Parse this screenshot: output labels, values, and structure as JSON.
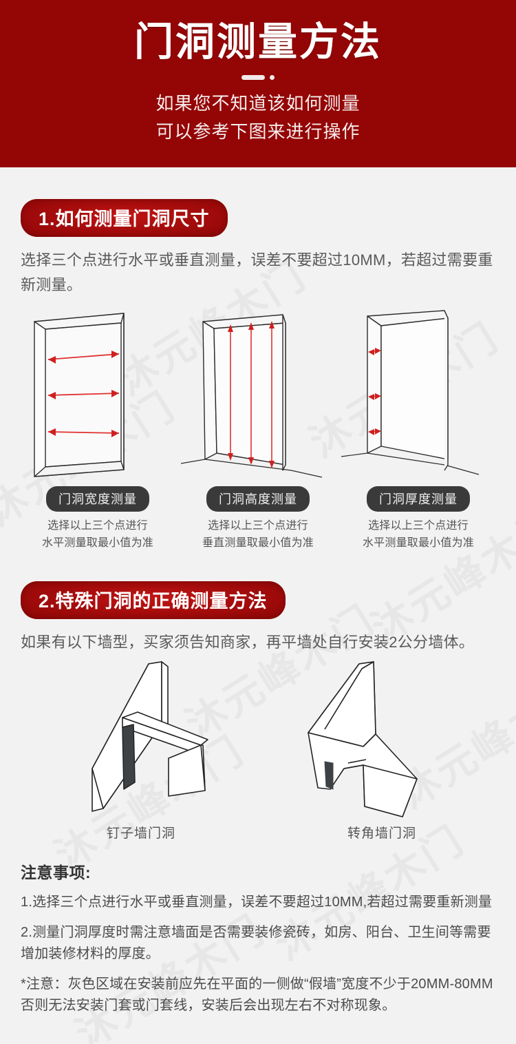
{
  "header": {
    "title": "门洞测量方法",
    "divider_icon": "dash-dot-divider",
    "subtitle_line1": "如果您不知道该如何测量",
    "subtitle_line2": "可以参考下图来进行操作",
    "background_color": "#940505"
  },
  "watermark": {
    "text": "沐元峰木门",
    "color": "rgba(120,120,120,0.085)"
  },
  "colors": {
    "page_background": "#f2f2f2",
    "brand_red": "#940505",
    "badge_red": "#a90d0d",
    "pill_dark": "#3a3a3a",
    "arrow_red": "#e03030",
    "line_dark": "#2b2b2b",
    "shade_gray": "#3f4245",
    "body_text": "#5a5a5a"
  },
  "section1": {
    "badge": "1.如何测量门洞尺寸",
    "paragraph": "选择三个点进行水平或垂直测量，误差不要超过10MM，若超过需要重新测量。",
    "figures": [
      {
        "diagram_icon": "door-frame-width-measure-icon",
        "caption": "门洞宽度测量",
        "note_line1": "选择以上三个点进行",
        "note_line2": "水平测量取最小值为准"
      },
      {
        "diagram_icon": "door-frame-height-measure-icon",
        "caption": "门洞高度测量",
        "note_line1": "选择以上三个点进行",
        "note_line2": "垂直测量取最小值为准"
      },
      {
        "diagram_icon": "door-frame-thickness-measure-icon",
        "caption": "门洞厚度测量",
        "note_line1": "选择以上三个点进行",
        "note_line2": "水平测量取最小值为准"
      }
    ]
  },
  "section2": {
    "badge": "2.特殊门洞的正确测量方法",
    "paragraph": "如果有以下墙型，买家须告知商家，再平墙处自行安装2公分墙体。",
    "walls": [
      {
        "diagram_icon": "nail-wall-opening-icon",
        "label": "钉子墙门洞"
      },
      {
        "diagram_icon": "corner-wall-opening-icon",
        "label": "转角墙门洞"
      }
    ]
  },
  "notes": {
    "title": "注意事项:",
    "lines": [
      "1.选择三个点进行水平或垂直测量，误差不要超过10MM,若超过需要重新测量",
      "2.测量门洞厚度时需注意墙面是否需要装修瓷砖，如房、阳台、卫生间等需要增加装修材料的厚度。",
      "*注意：灰色区域在安装前应先在平面的一侧做“假墙”宽度不少于20MM-80MM否则无法安装门套或门套线，安装后会出现左右不对称现象。"
    ]
  }
}
